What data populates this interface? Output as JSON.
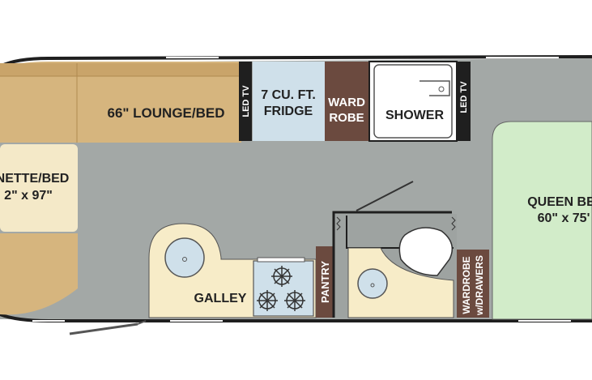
{
  "colors": {
    "floor": "#a3a8a6",
    "wall": "#1f1f1f",
    "lounge": "#d6b57e",
    "lounge_dark": "#c9a46a",
    "dinette": "#f4e9c8",
    "galley": "#f7ecc8",
    "fridge": "#cfe0ea",
    "wardrobe": "#6b4a3f",
    "shower": "#ffffff",
    "bed": "#d2ecc9",
    "tv": "#1f1f1f"
  },
  "labels": {
    "lounge": "66\" LOUNGE/BED",
    "dinette_line1": "NETTE/BED",
    "dinette_line2": "2\" x 97\"",
    "tv_left": "LED TV",
    "fridge_line1": "7 CU. FT.",
    "fridge_line2": "FRIDGE",
    "ward_line1": "WARD",
    "ward_line2": "ROBE",
    "shower": "SHOWER",
    "tv_right": "LED TV",
    "bed_line1": "QUEEN BE",
    "bed_line2": "60\" x 75'",
    "galley": "GALLEY",
    "pantry": "PANTRY",
    "wardrobe_line1": "WARDROBE",
    "wardrobe_line2": "w/DRAWERS"
  }
}
